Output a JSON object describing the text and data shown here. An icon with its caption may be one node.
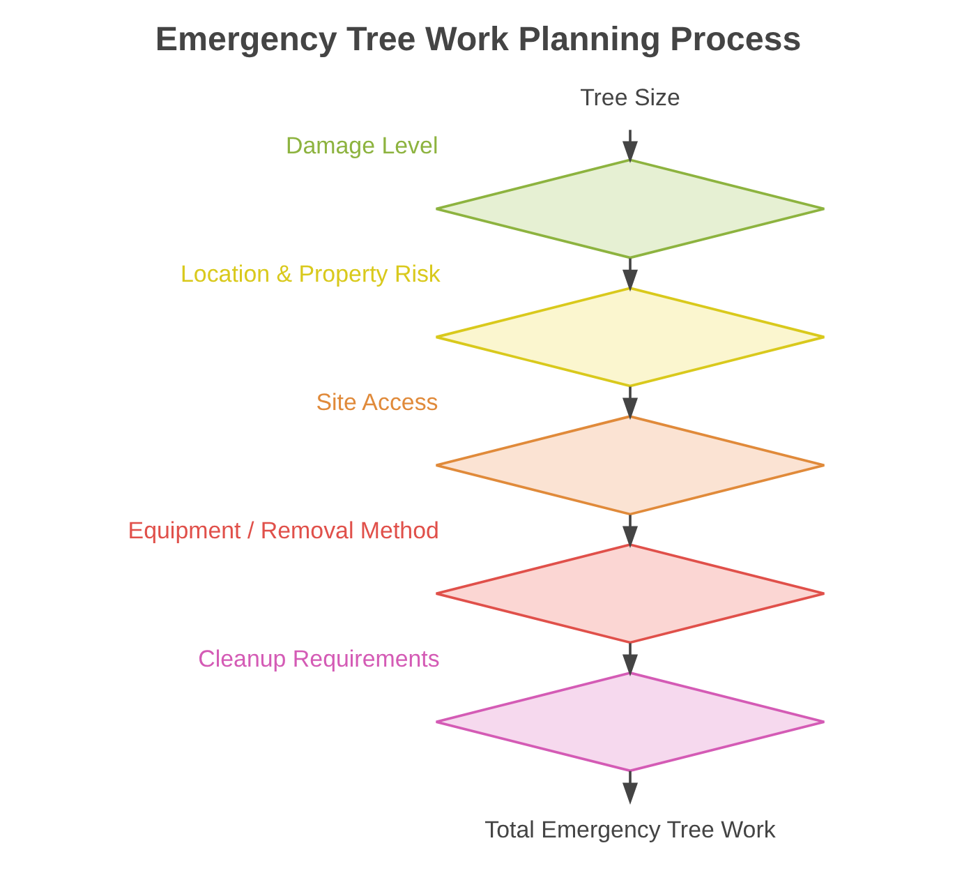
{
  "diagram": {
    "title": "Emergency Tree Work Planning Process",
    "nodes": [
      {
        "text": [
          "Tree Size"
        ]
      },
      {
        "text": [],
        "shape": "diamond",
        "beside": [
          "Damage Level"
        ]
      },
      {
        "text": [],
        "shape": "diamond",
        "beside": [
          "Location & Property Risk"
        ]
      },
      {
        "text": [],
        "shape": "diamond",
        "beside": [
          "Site Access"
        ]
      },
      {
        "text": [],
        "shape": "diamond",
        "beside": [
          "Equipment / Removal Method"
        ]
      },
      {
        "text": [],
        "shape": "diamond",
        "beside": [
          "Cleanup Requirements"
        ]
      },
      {
        "text": [
          "Total Emergency Tree Work"
        ]
      }
    ],
    "edges": [
      {
        "from": 0,
        "to": 1,
        "arrow": "to"
      },
      {
        "from": 1,
        "to": 2,
        "arrow": "to"
      },
      {
        "from": 2,
        "to": 3,
        "arrow": "to"
      },
      {
        "from": 3,
        "to": 4,
        "arrow": "to"
      },
      {
        "from": 4,
        "to": 5,
        "arrow": "to"
      },
      {
        "from": 5,
        "to": 6,
        "arrow": "to"
      }
    ]
  }
}
